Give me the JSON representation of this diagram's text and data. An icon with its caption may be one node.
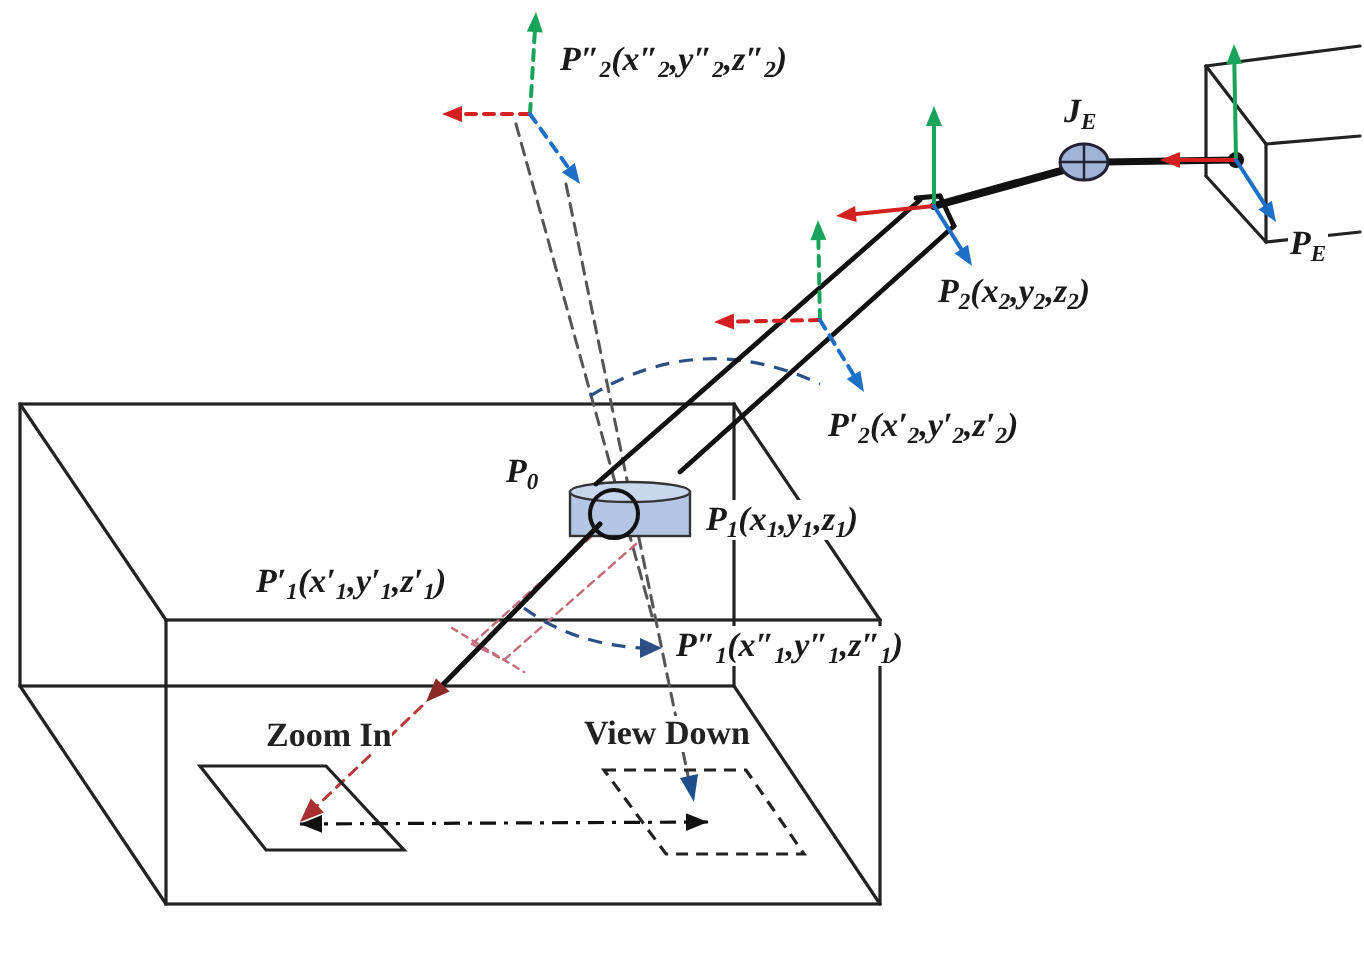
{
  "diagram": {
    "nodes": [
      {
        "text": [
          "Zoom In"
        ]
      },
      {
        "text": [
          "View Down"
        ]
      }
    ],
    "edges": [
      {
        "from": 0,
        "to": 1,
        "arrow": "both",
        "style": "dashed"
      }
    ],
    "labels": [
      "P″$_{2}$(x″$_{2}$,y″$_{2}$,z″$_{2}$)",
      "J$_{E}$",
      "P$_{E}$",
      "P$_{2}$(x$_{2}$,y$_{2}$,z$_{2}$)",
      "P′$_{2}$(x′$_{2}$,y′$_{2}$,z′$_{2}$)",
      "P$_{0}$",
      "P$_{1}$(x$_{1}$,y$_{1}$,z$_{1}$)",
      "P′$_{1}$(x′$_{1}$,y′$_{1}$,z′$_{1}$)",
      "P″$_{1}$(x″$_{1}$,y″$_{1}$,z″$_{1}$)"
    ]
  }
}
